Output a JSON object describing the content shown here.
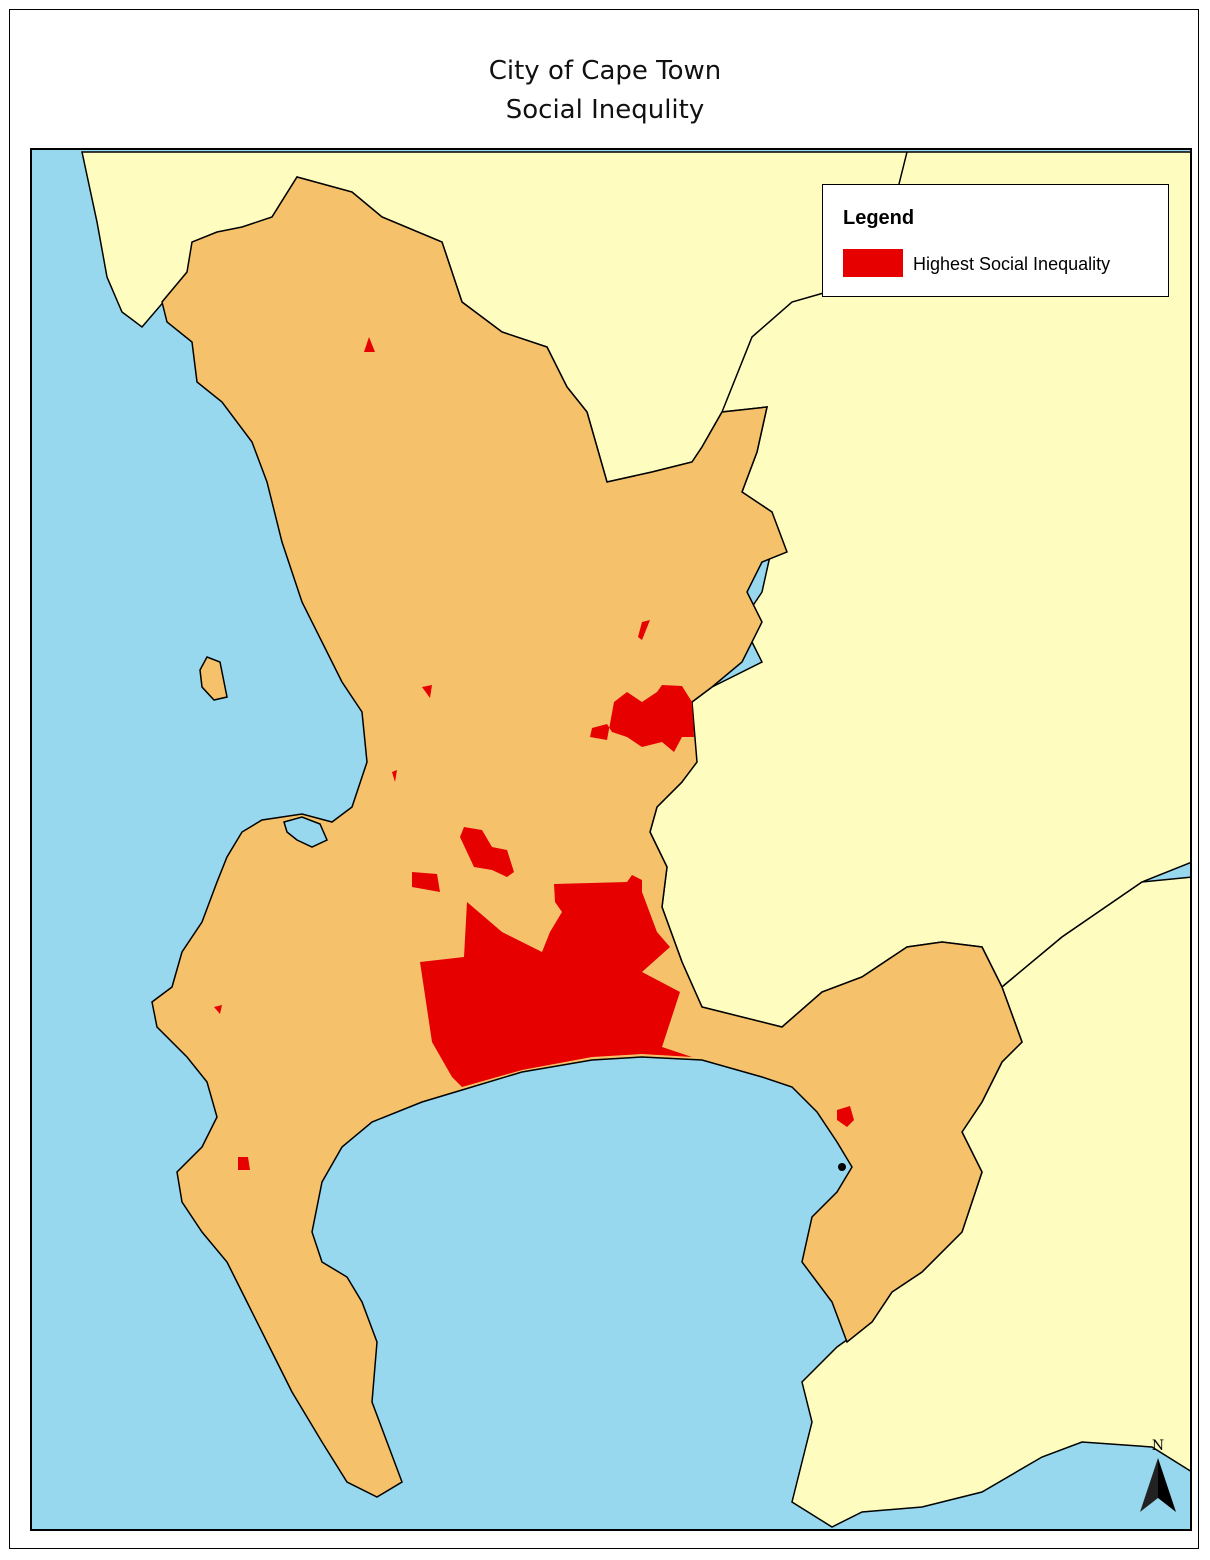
{
  "title_line1": "City of Cape Town",
  "title_line2": "Social Inequlity",
  "legend": {
    "title": "Legend",
    "items": [
      {
        "label": "Highest Social Inequality",
        "color": "#e60000"
      }
    ]
  },
  "north_arrow": {
    "label": "N"
  },
  "colors": {
    "sea": "#97d8ef",
    "mainland": "#fefdbf",
    "city": "#f5c26b",
    "inequality": "#e60000"
  }
}
